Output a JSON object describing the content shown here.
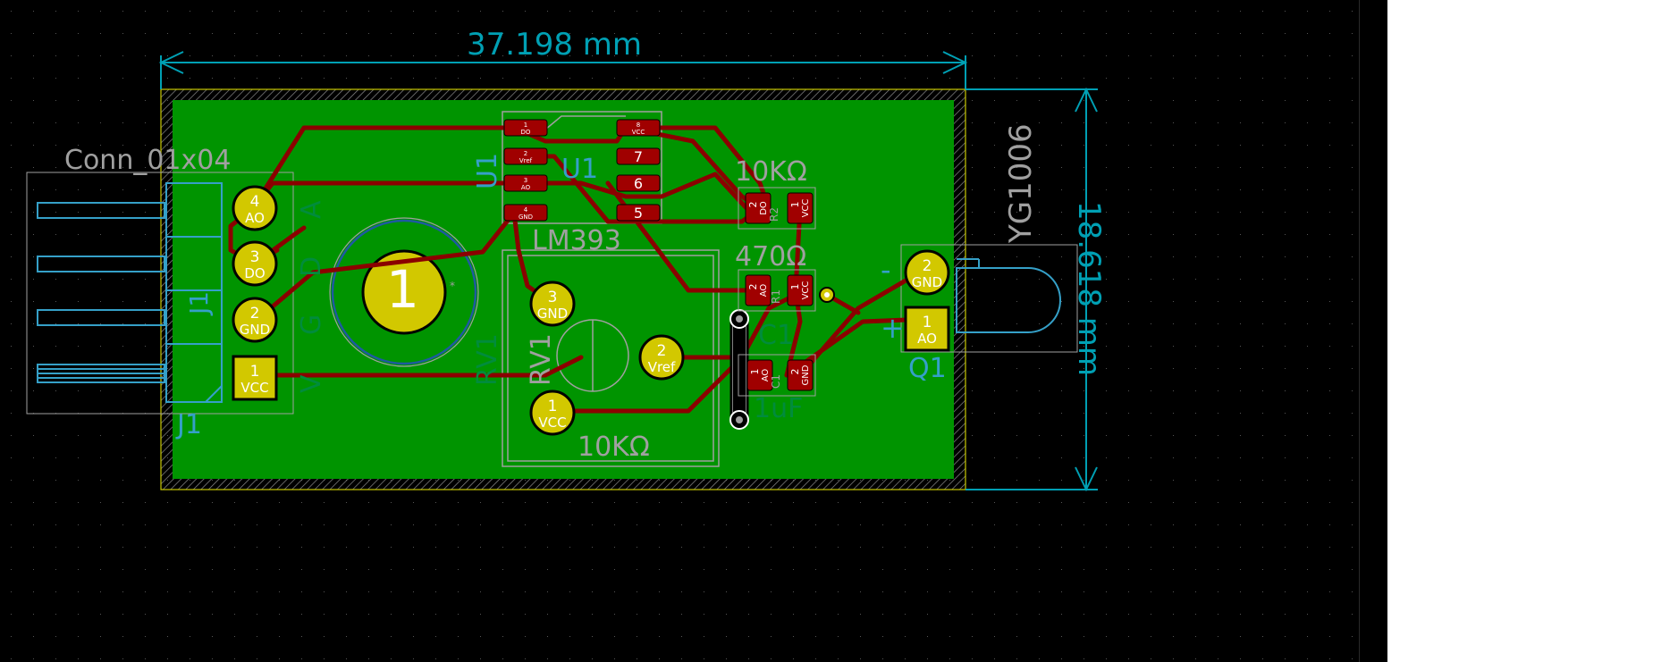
{
  "colors": {
    "canvas": "#000000",
    "board_fill": "#009400",
    "board_edge": "#c8c800",
    "copper_track": "#8b0000",
    "pad_yellow": "#d2c800",
    "pad_red": "#a00000",
    "dimension": "#00a0b4",
    "silk_grey": "#a0a0a0",
    "fab_cyan": "#35a0c8",
    "outline_blue": "#1e5aa0",
    "right_panel": "#ffffff"
  },
  "dimensions": {
    "width_label": "37.198 mm",
    "height_label": "18.618 mm"
  },
  "components": {
    "j1": {
      "value": "Conn_01x04",
      "ref": "J1",
      "ref_fab": "J1",
      "side_letters": [
        "A",
        "D",
        "G",
        "V"
      ],
      "pins": [
        {
          "num": "4",
          "name": "AO"
        },
        {
          "num": "3",
          "name": "DO"
        },
        {
          "num": "2",
          "name": "GND"
        },
        {
          "num": "1",
          "name": "VCC"
        }
      ]
    },
    "mounting_hole": {
      "label": "1"
    },
    "u1": {
      "ref": "U1",
      "ref_fab": "U1",
      "value": "LM393",
      "pins_left": [
        {
          "num": "1",
          "name": "DO"
        },
        {
          "num": "2",
          "name": "Vref"
        },
        {
          "num": "3",
          "name": "AO"
        },
        {
          "num": "4",
          "name": "GND"
        }
      ],
      "pins_right": [
        {
          "num": "8",
          "name": "VCC"
        },
        {
          "num": "7",
          "name": ""
        },
        {
          "num": "6",
          "name": ""
        },
        {
          "num": "5",
          "name": ""
        }
      ]
    },
    "rv1": {
      "ref": "RV1",
      "ref_fab": "RV1",
      "value": "10KΩ",
      "pins": [
        {
          "num": "3",
          "name": "GND"
        },
        {
          "num": "2",
          "name": "Vref"
        },
        {
          "num": "1",
          "name": "VCC"
        }
      ]
    },
    "r_10k": {
      "value": "10KΩ",
      "fab_ref": "R2",
      "pads": [
        {
          "num": "2",
          "name": "DO"
        },
        {
          "num": "1",
          "name": "VCC"
        }
      ]
    },
    "r_470": {
      "value": "470Ω",
      "fab_ref": "R1",
      "pads": [
        {
          "num": "2",
          "name": "AO"
        },
        {
          "num": "1",
          "name": "VCC"
        }
      ]
    },
    "c1": {
      "ref": "C1",
      "value": "1uF",
      "fab_ref": "C1",
      "pads": [
        {
          "num": "1",
          "name": "AO"
        },
        {
          "num": "2",
          "name": "GND"
        }
      ]
    },
    "q1": {
      "ref": "Q1",
      "value": "YG1006",
      "polarity_minus": "-",
      "polarity_plus": "+",
      "pins": [
        {
          "num": "2",
          "name": "GND"
        },
        {
          "num": "1",
          "name": "AO"
        }
      ]
    }
  }
}
